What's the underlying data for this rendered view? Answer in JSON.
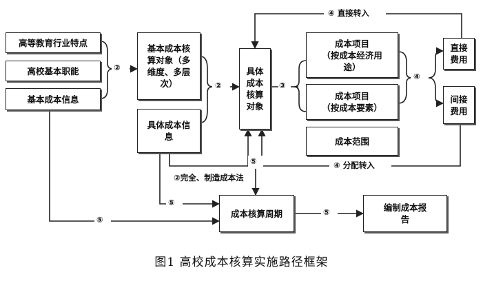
{
  "diagram": {
    "inputs": [
      "高等教育行业特点",
      "高校基本职能",
      "基本成本信息"
    ],
    "basic_object": "基本成本核\n算对象（多\n维度、多层\n次）",
    "specific_info": "具体成本信\n息",
    "specific_object": "具体\n成本\n核算\n对象",
    "cost_items": [
      "成本项目\n（按成本经济用\n途）",
      "成本项目\n（按成本要素）"
    ],
    "cost_scope": "成本范围",
    "direct_cost": "直接\n费用",
    "indirect_cost": "间接\n费用",
    "cost_period": "成本核算周期",
    "report": "编制成本报\n告",
    "labels": {
      "top_arrow": "④  直接转入",
      "bottom_arrow": "④  分配转入",
      "method": "②完全、制造成本法"
    },
    "steps": {
      "two": "②",
      "three": "③",
      "four": "④",
      "five": "⑤"
    }
  },
  "caption": "图1  高校成本核算实施路径框架"
}
